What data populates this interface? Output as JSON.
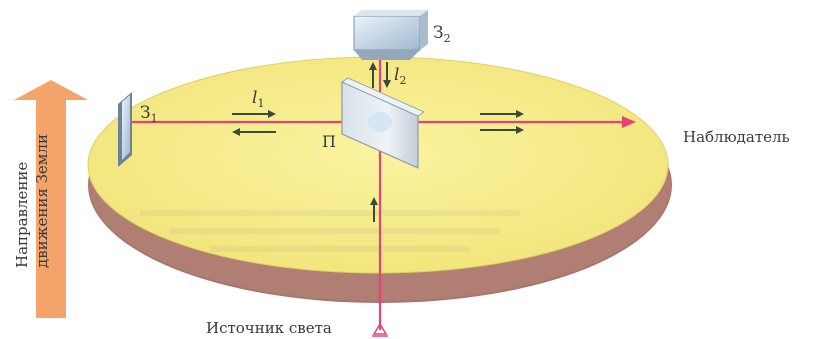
{
  "labels": {
    "mirror1": "З",
    "mirror1_sub": "1",
    "mirror2": "З",
    "mirror2_sub": "2",
    "arm1": "l",
    "arm1_sub": "1",
    "arm2": "l",
    "arm2_sub": "2",
    "splitter": "П",
    "observer": "Наблюдатель",
    "source": "Источник света",
    "earth_line1": "Направление",
    "earth_line2": "движения Земли"
  },
  "colors": {
    "disk_top": "#f7ef8c",
    "disk_edge": "#a8756d",
    "beam": "#e8417a",
    "earth_arrow": "#f4a46a",
    "small_arrows": "#3a4a3a"
  }
}
